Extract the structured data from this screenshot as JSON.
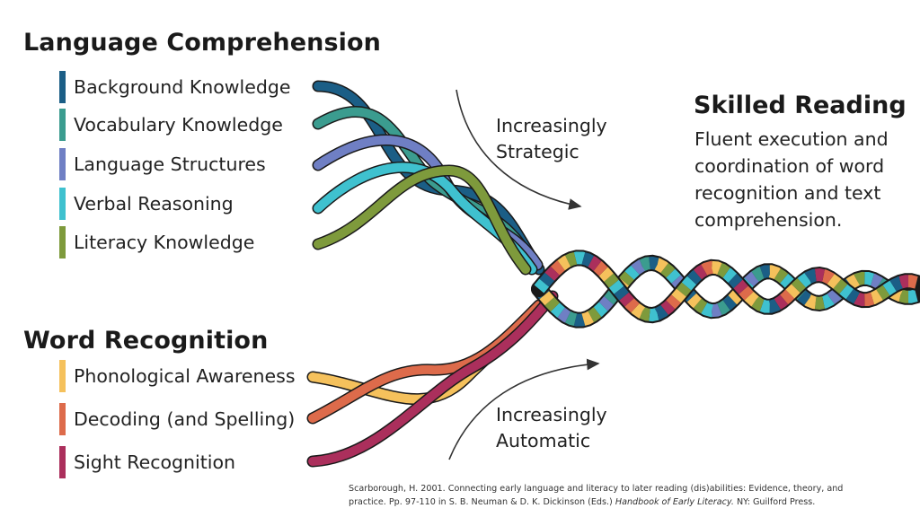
{
  "language_comprehension": {
    "title": "Language Comprehension",
    "items": [
      {
        "label": "Background Knowledge",
        "color": "#1b5e86"
      },
      {
        "label": "Vocabulary Knowledge",
        "color": "#3b9c8f"
      },
      {
        "label": "Language Structures",
        "color": "#6f7fc4"
      },
      {
        "label": "Verbal Reasoning",
        "color": "#3fc1cf"
      },
      {
        "label": "Literacy Knowledge",
        "color": "#7e9a3c"
      }
    ]
  },
  "word_recognition": {
    "title": "Word Recognition",
    "items": [
      {
        "label": "Phonological Awareness",
        "color": "#f5c15c"
      },
      {
        "label": "Decoding (and Spelling)",
        "color": "#dd6b4b"
      },
      {
        "label": "Sight Recognition",
        "color": "#ab2f5c"
      }
    ]
  },
  "annotations": {
    "strategic": [
      "Increasingly",
      "Strategic"
    ],
    "automatic": [
      "Increasingly",
      "Automatic"
    ]
  },
  "skilled_reading": {
    "title": "Skilled Reading",
    "body_lines": [
      "Fluent execution and",
      "coordination of word",
      "recognition and text",
      "comprehension."
    ]
  },
  "citation": {
    "line1": "Scarborough,  H. 2001. Connecting early language and literacy to later reading (dis)abilities: Evidence, theory, and",
    "line2_pre": "practice. Pp. 97-110 in S. B. Neuman & D. K. Dickinson (Eds.) ",
    "line2_italic": "Handbook of Early Literacy.",
    "line2_post": " NY: Guilford Press."
  }
}
